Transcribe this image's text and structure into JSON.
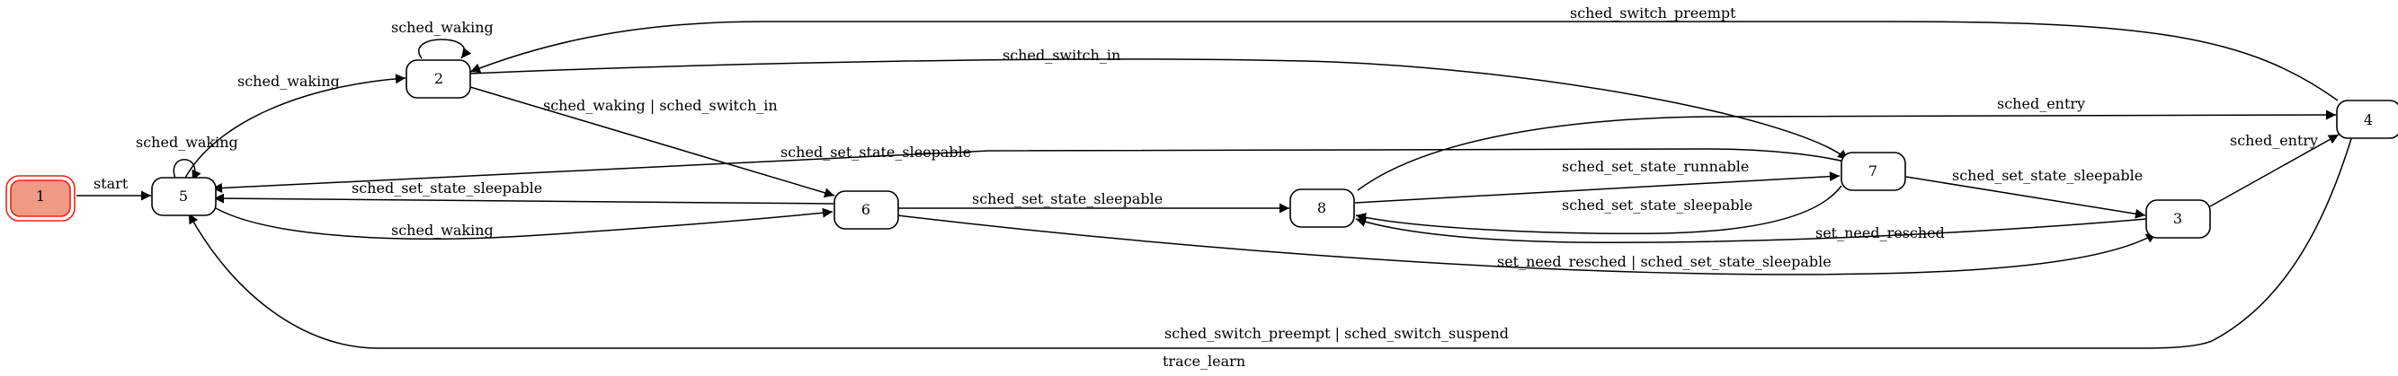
{
  "graph": {
    "caption": "trace_learn",
    "start_label": "start",
    "colors": {
      "initial_fill": "#ef9a82",
      "initial_stroke": "#e8261c",
      "edge": "#000000"
    },
    "states": [
      {
        "id": "1",
        "label": "1",
        "initial": true
      },
      {
        "id": "2",
        "label": "2"
      },
      {
        "id": "3",
        "label": "3"
      },
      {
        "id": "4",
        "label": "4"
      },
      {
        "id": "5",
        "label": "5"
      },
      {
        "id": "6",
        "label": "6"
      },
      {
        "id": "7",
        "label": "7"
      },
      {
        "id": "8",
        "label": "8"
      }
    ],
    "transitions": [
      {
        "from": "2",
        "to": "2",
        "label": "sched_waking"
      },
      {
        "from": "5",
        "to": "5",
        "label": "sched_waking"
      },
      {
        "from": "5",
        "to": "2",
        "label": "sched_waking"
      },
      {
        "from": "4",
        "to": "2",
        "label": "sched_switch_preempt"
      },
      {
        "from": "2",
        "to": "7",
        "label": "sched_switch_in"
      },
      {
        "from": "2",
        "to": "6",
        "label": "sched_waking | sched_switch_in"
      },
      {
        "from": "8",
        "to": "4",
        "label": "sched_entry"
      },
      {
        "from": "7",
        "to": "5",
        "label": "sched_set_state_sleepable"
      },
      {
        "from": "6",
        "to": "5",
        "label": "sched_set_state_sleepable"
      },
      {
        "from": "5",
        "to": "6",
        "label": "sched_waking"
      },
      {
        "from": "6",
        "to": "8",
        "label": "sched_set_state_sleepable"
      },
      {
        "from": "8",
        "to": "7",
        "label": "sched_set_state_runnable"
      },
      {
        "from": "7",
        "to": "8",
        "label": "sched_set_state_sleepable"
      },
      {
        "from": "3",
        "to": "8",
        "label": "set_need_resched"
      },
      {
        "from": "7",
        "to": "3",
        "label": "sched_set_state_sleepable"
      },
      {
        "from": "3",
        "to": "4",
        "label": "sched_entry"
      },
      {
        "from": "6",
        "to": "3",
        "label": "set_need_resched | sched_set_state_sleepable"
      },
      {
        "from": "4",
        "to": "5",
        "label": "sched_switch_preempt | sched_switch_suspend"
      }
    ]
  }
}
